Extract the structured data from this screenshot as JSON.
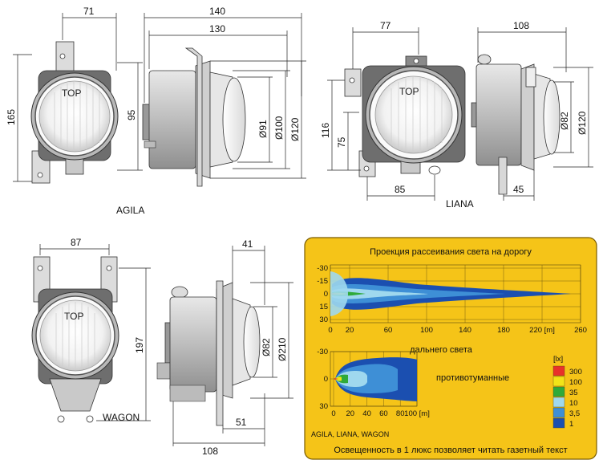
{
  "drawings": {
    "agila": {
      "label": "AGILA",
      "top": "TOP",
      "dims": {
        "w_front": "71",
        "h_total": "165",
        "h_mount": "95",
        "w_side_a": "140",
        "w_side_b": "130",
        "d1": "Ø91",
        "d2": "Ø100",
        "d3": "Ø120"
      }
    },
    "liana": {
      "label": "LIANA",
      "top": "TOP",
      "dims": {
        "w_top": "77",
        "h_total": "116",
        "h_mount": "75",
        "w_bottom": "85",
        "w_side": "108",
        "d1": "Ø82",
        "d2": "Ø120",
        "w_side_bottom": "45"
      }
    },
    "wagon": {
      "label": "WAGON",
      "top": "TOP",
      "dims": {
        "w_top": "87",
        "h_total": "197",
        "w_side_top": "41",
        "d1": "Ø82",
        "d2": "Ø210",
        "w_side_bottom_a": "51",
        "w_side_bottom_b": "108"
      }
    }
  },
  "panel": {
    "title": "Проекция рассеивания света на дорогу",
    "caption_high": "дальнего света",
    "caption_fog": "противотуманные",
    "models": "AGILA, LIANA, WAGON",
    "footer": "Освещенность в 1 люкс позволяет читать газетный текст",
    "colors": {
      "bg": "#f5c418",
      "grid": "#5a4a10",
      "border": "#7a5c00"
    },
    "plot_high": {
      "y_ticks": [
        "-30",
        "-15",
        "0",
        "15",
        "30"
      ],
      "x_ticks": [
        "0",
        "20",
        "60",
        "100",
        "140",
        "180",
        "220 [m]",
        "260"
      ]
    },
    "plot_fog": {
      "y_ticks": [
        "-30",
        "0",
        "30"
      ],
      "x_ticks": [
        "0",
        "20",
        "40",
        "60",
        "80",
        "100 [m]"
      ]
    },
    "legend": {
      "unit": "[lx]",
      "items": [
        {
          "label": "300",
          "color": "#e8322a"
        },
        {
          "label": "100",
          "color": "#f2e418"
        },
        {
          "label": "35",
          "color": "#2faa3a"
        },
        {
          "label": "10",
          "color": "#9fd8ee"
        },
        {
          "label": "3,5",
          "color": "#3e8fd6"
        },
        {
          "label": "1",
          "color": "#1b4fb0"
        }
      ]
    }
  }
}
